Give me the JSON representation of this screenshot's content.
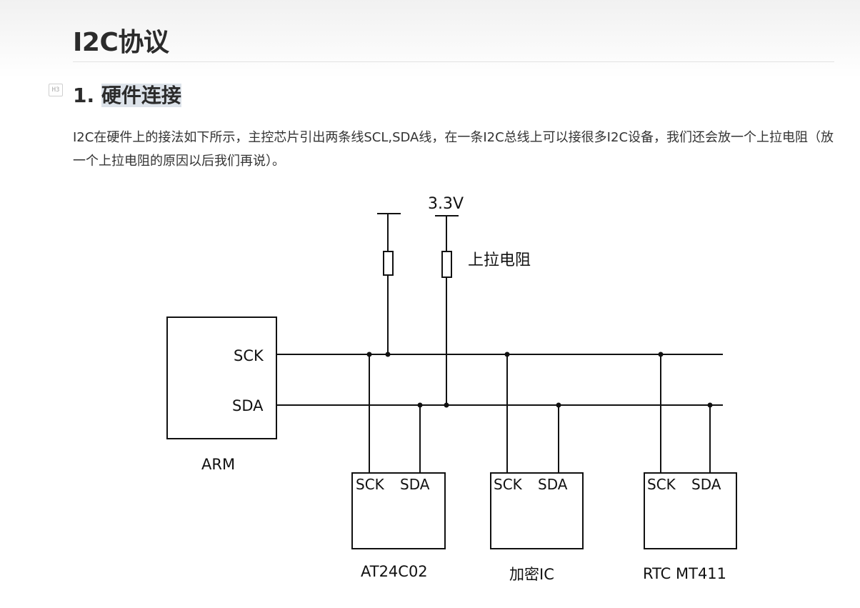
{
  "document": {
    "title": "I2C协议",
    "section": {
      "marker": "H3",
      "number": "1.",
      "heading": "硬件连接",
      "paragraph": "I2C在硬件上的接法如下所示，主控芯片引出两条线SCL,SDA线，在一条I2C总线上可以接很多I2C设备，我们还会放一个上拉电阻（放一个上拉电阻的原因以后我们再说）。"
    }
  },
  "diagram": {
    "voltage_label": "3.3V",
    "pullup_label": "上拉电阻",
    "master": {
      "name": "ARM",
      "scl_pin": "SCK",
      "sda_pin": "SDA"
    },
    "devices": [
      {
        "name": "AT24C02",
        "scl_pin": "SCK",
        "sda_pin": "SDA"
      },
      {
        "name": "加密IC",
        "scl_pin": "SCK",
        "sda_pin": "SDA"
      },
      {
        "name": "RTC MT411",
        "scl_pin": "SCK",
        "sda_pin": "SDA"
      }
    ]
  }
}
